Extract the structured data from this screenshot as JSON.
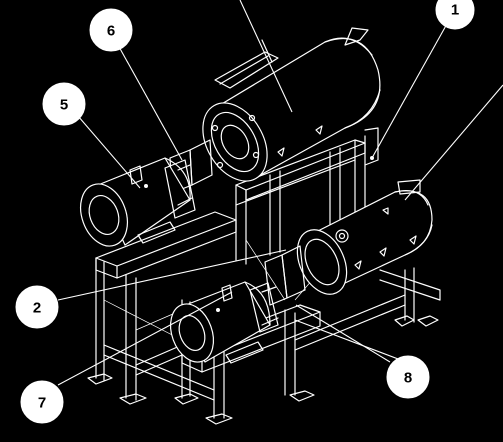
{
  "callouts": [
    {
      "id": "c1",
      "label": "1"
    },
    {
      "id": "c2",
      "label": "2"
    },
    {
      "id": "c5",
      "label": "5"
    },
    {
      "id": "c6",
      "label": "6"
    },
    {
      "id": "c7",
      "label": "7"
    },
    {
      "id": "c8",
      "label": "8"
    }
  ],
  "colors": {
    "background": "#000000",
    "linework": "#ffffff",
    "callout_fill": "#ffffff",
    "callout_text": "#000000"
  }
}
